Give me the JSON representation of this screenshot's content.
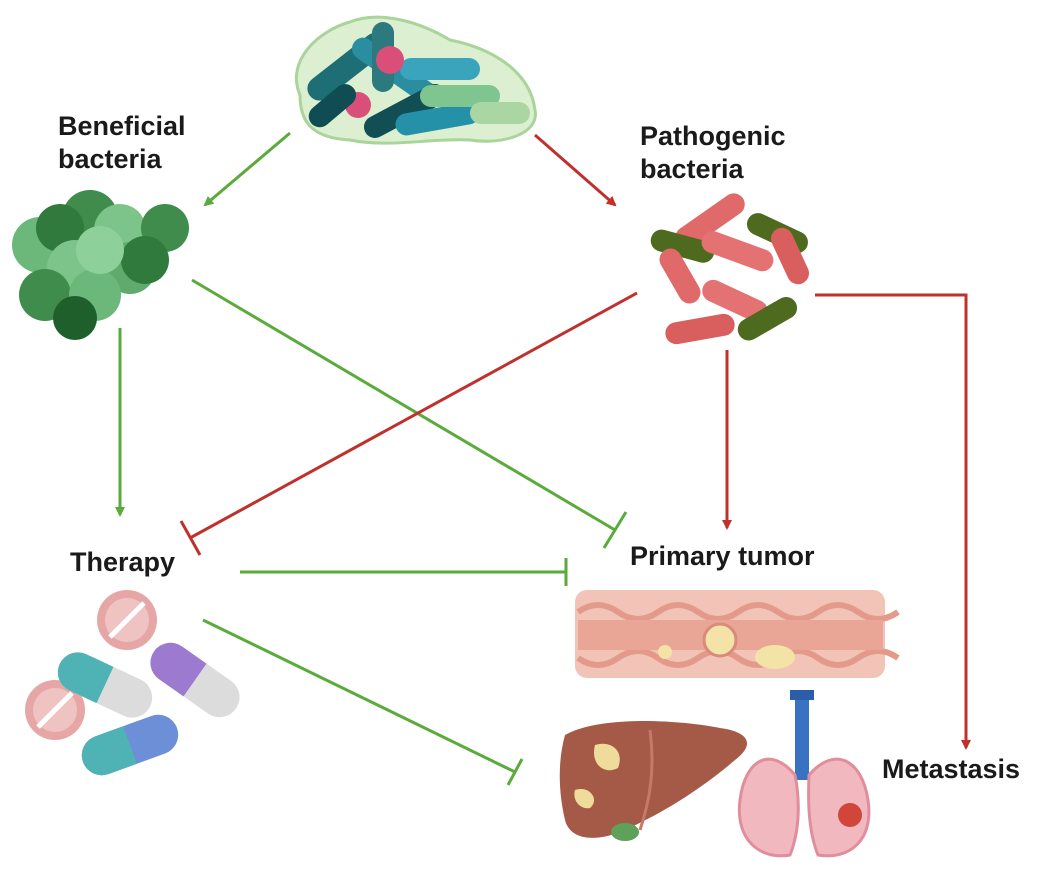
{
  "labels": {
    "beneficial_line1": "Beneficial",
    "beneficial_line2": "bacteria",
    "pathogenic_line1": "Pathogenic",
    "pathogenic_line2": "bacteria",
    "therapy": "Therapy",
    "primary_tumor": "Primary tumor",
    "metastasis": "Metastasis"
  },
  "relations": [
    {
      "from": "Microbiota",
      "to": "Beneficial bacteria",
      "effect": "promotes"
    },
    {
      "from": "Microbiota",
      "to": "Pathogenic bacteria",
      "effect": "promotes"
    },
    {
      "from": "Beneficial bacteria",
      "to": "Therapy",
      "effect": "promotes"
    },
    {
      "from": "Beneficial bacteria",
      "to": "Primary tumor",
      "effect": "inhibits"
    },
    {
      "from": "Pathogenic bacteria",
      "to": "Therapy",
      "effect": "inhibits"
    },
    {
      "from": "Pathogenic bacteria",
      "to": "Primary tumor",
      "effect": "promotes"
    },
    {
      "from": "Pathogenic bacteria",
      "to": "Metastasis",
      "effect": "promotes"
    },
    {
      "from": "Therapy",
      "to": "Primary tumor",
      "effect": "inhibits"
    },
    {
      "from": "Therapy",
      "to": "Metastasis",
      "effect": "inhibits"
    }
  ],
  "colors": {
    "promote_green": "#5aab3c",
    "promote_red": "#c0302c",
    "text": "#1a1a1a"
  }
}
